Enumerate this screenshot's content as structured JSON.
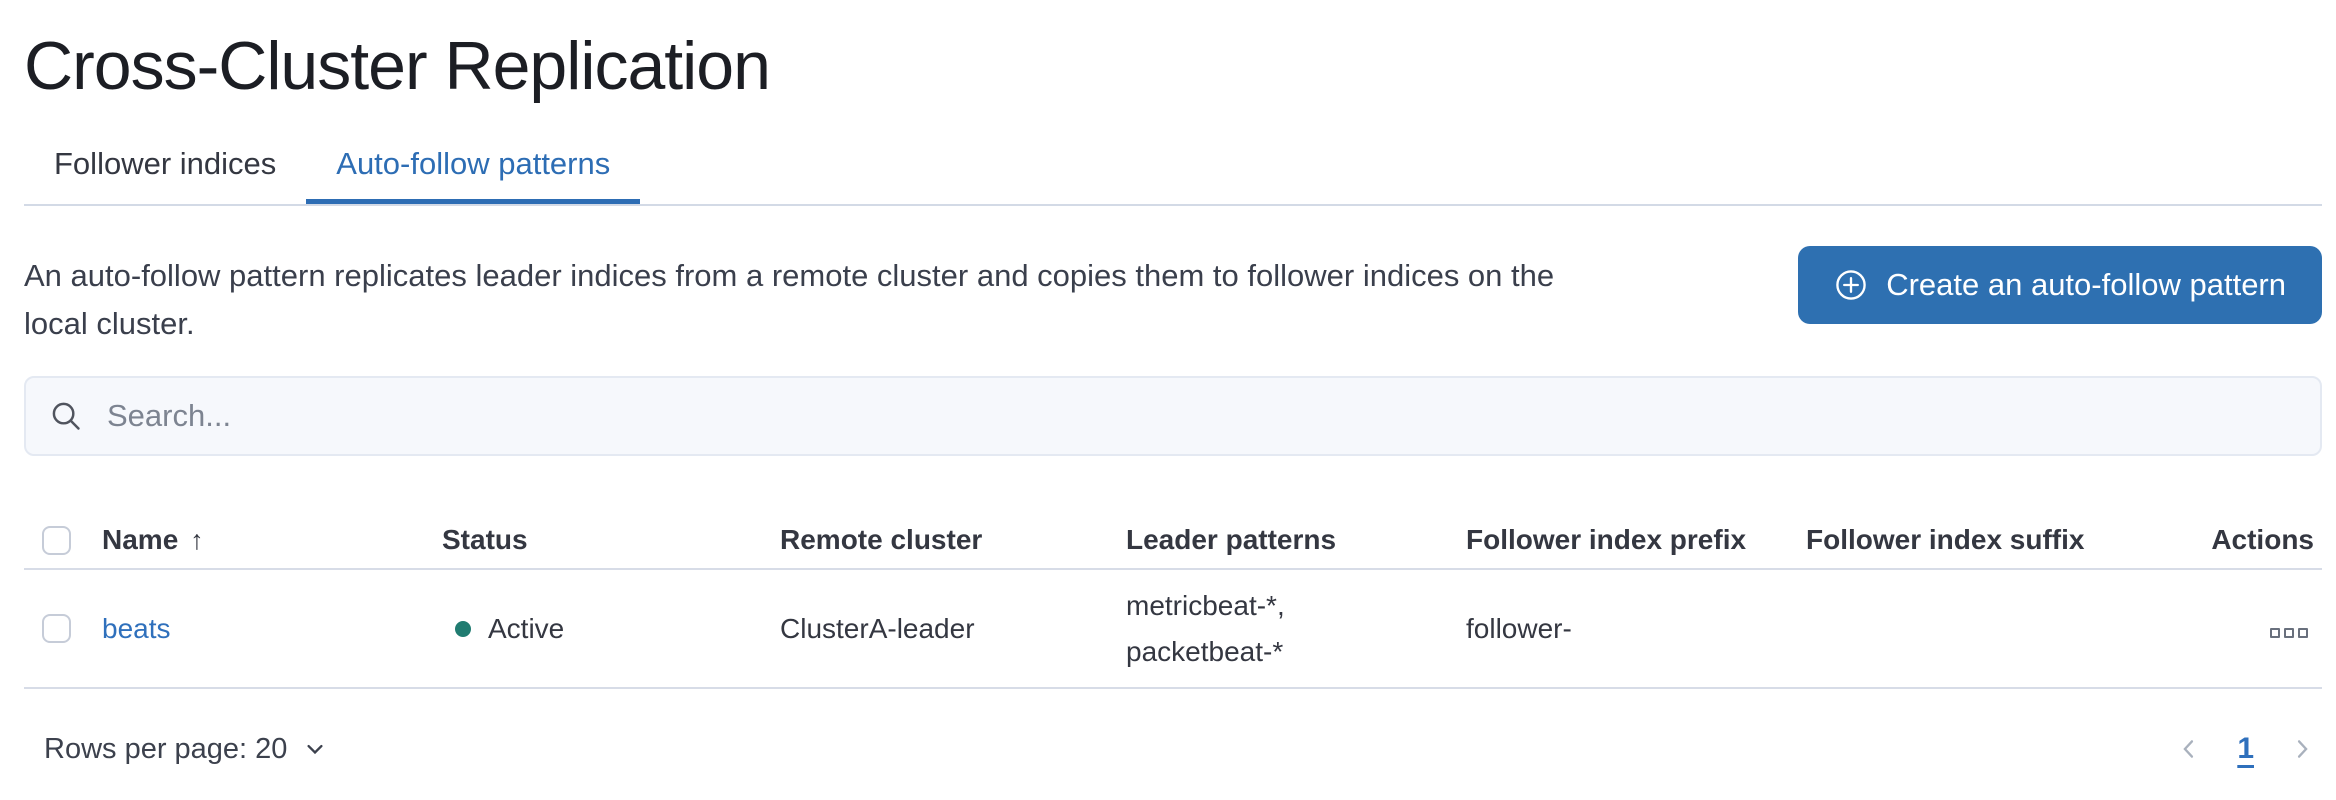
{
  "page_title": "Cross-Cluster Replication",
  "tabs": {
    "follower": "Follower indices",
    "auto_follow": "Auto-follow patterns"
  },
  "header": {
    "description_line1": "An auto-follow pattern replicates leader indices from a remote cluster and copies them to follower indices on the",
    "description_line2": "local cluster.",
    "create_button_label": "Create an auto-follow pattern"
  },
  "search": {
    "placeholder": "Search..."
  },
  "table": {
    "columns": {
      "name": "Name",
      "status": "Status",
      "remote_cluster": "Remote cluster",
      "leader_patterns": "Leader patterns",
      "follower_index_prefix": "Follower index prefix",
      "follower_index_suffix": "Follower index suffix",
      "actions": "Actions"
    },
    "sort": {
      "column": "Name",
      "direction": "ascending",
      "icon": "↑"
    },
    "rows": [
      {
        "name": "beats",
        "status": "Active",
        "remote_cluster": "ClusterA-leader",
        "leader_patterns": "metricbeat-*, packetbeat-*",
        "follower_index_prefix": "follower-",
        "follower_index_suffix": ""
      }
    ]
  },
  "footer": {
    "rows_per_page": "Rows per page: 20",
    "current_page": "1"
  },
  "colors": {
    "accent_blue": "#2d6db4",
    "button_fill": "#2e70b1",
    "link_blue": "#2f70bc",
    "status_active_dot": "#207c71",
    "divider_gray": "#d3dae6"
  }
}
